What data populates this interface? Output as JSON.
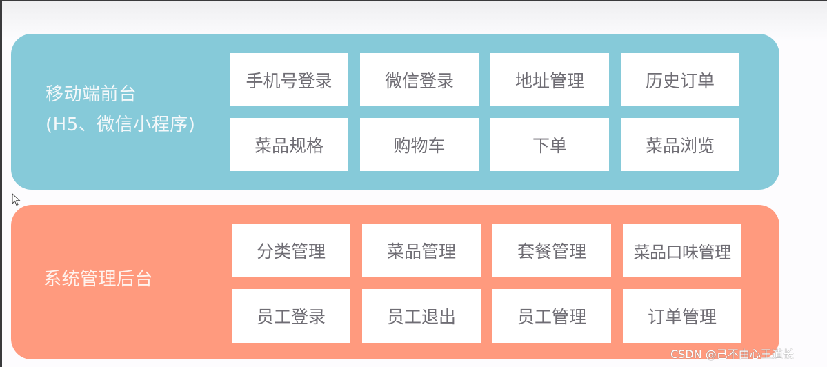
{
  "diagram": {
    "type": "architecture-block-diagram",
    "layers": [
      {
        "id": "mobile-frontend",
        "title_line1": "移动端前台",
        "title_line2": "(H5、微信小程序)",
        "color": "#86cad9",
        "modules": [
          "手机号登录",
          "微信登录",
          "地址管理",
          "历史订单",
          "菜品规格",
          "购物车",
          "下单",
          "菜品浏览"
        ]
      },
      {
        "id": "admin-backend",
        "title_line1": "系统管理后台",
        "color": "#ff9a7e",
        "modules": [
          "分类管理",
          "菜品管理",
          "套餐管理",
          "菜品口味管理",
          "员工登录",
          "员工退出",
          "员工管理",
          "订单管理"
        ]
      }
    ]
  },
  "watermark": "CSDN @己不由心王道长"
}
